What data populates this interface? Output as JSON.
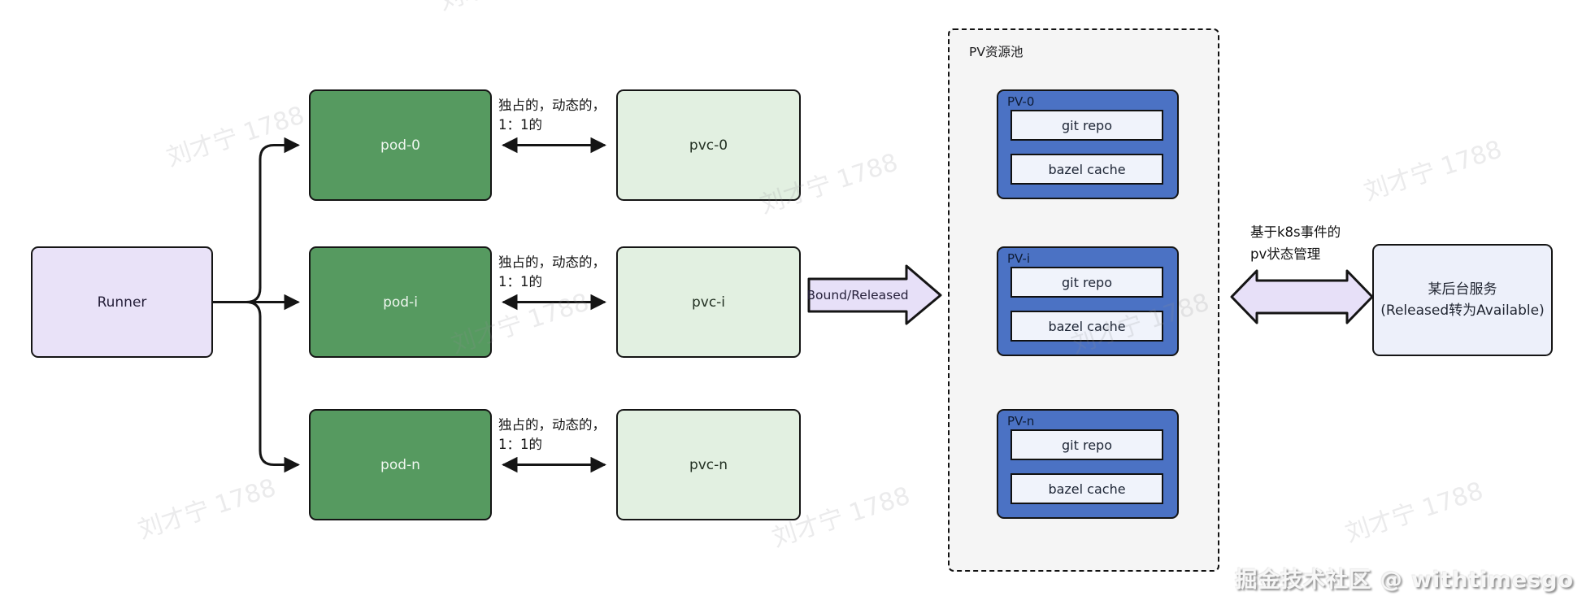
{
  "watermark_text": "刘才宁 1788",
  "credit": "掘金技术社区 @ withtimesgo",
  "runner": {
    "label": "Runner"
  },
  "rows": [
    {
      "pod": "pod-0",
      "pvc": "pvc-0",
      "label_line1": "独占的，动态的，",
      "label_line2": "1：1的"
    },
    {
      "pod": "pod-i",
      "pvc": "pvc-i",
      "label_line1": "独占的，动态的，",
      "label_line2": "1：1的"
    },
    {
      "pod": "pod-n",
      "pvc": "pvc-n",
      "label_line1": "独占的，动态的，",
      "label_line2": "1：1的"
    }
  ],
  "bound_arrow": {
    "label": "Bound/Released"
  },
  "pool": {
    "title": "PV资源池",
    "pvs": [
      {
        "name": "PV-0",
        "items": [
          "git repo",
          "bazel cache"
        ]
      },
      {
        "name": "PV-i",
        "items": [
          "git repo",
          "bazel cache"
        ]
      },
      {
        "name": "PV-n",
        "items": [
          "git repo",
          "bazel cache"
        ]
      }
    ]
  },
  "k8s_arrow": {
    "line1": "基于k8s事件的",
    "line2": "pv状态管理"
  },
  "backend_box": {
    "line1": "某后台服务",
    "line2": "(Released转为Available)"
  },
  "colors": {
    "pod_green": "#569a60",
    "pvc_green": "#e2f0e1",
    "runner_purple": "#e9e2f8",
    "pv_blue": "#4b72c4",
    "pv_item_bg": "#f0f3fb",
    "pool_bg": "#f5f5f5",
    "block_arrow_fill": "#e7e0f8",
    "line_color": "#151515"
  }
}
